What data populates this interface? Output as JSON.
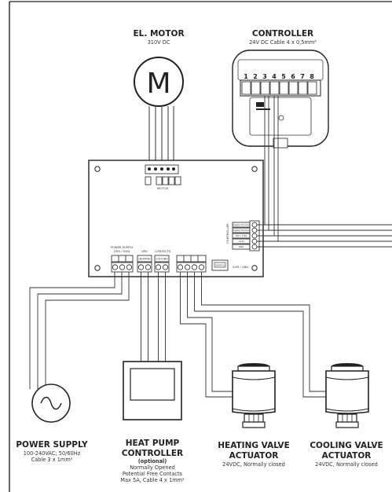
{
  "motor": {
    "title": "EL. MOTOR",
    "spec": "310V DC",
    "symbol": "M",
    "board_label": "MOTOR"
  },
  "controller": {
    "title": "CONTROLLER",
    "spec": "24V DC   Cable 4 x 0,5mm²",
    "terminals": [
      "1",
      "2",
      "3",
      "4",
      "5",
      "6",
      "7",
      "8"
    ]
  },
  "board": {
    "power_supply_label": "POWER SUPPLY",
    "power_supply_sub": "230V / 50Hz",
    "drv_label": "DRV",
    "contacts_label": "CONTACTS",
    "heat_cool_labels": [
      "HEATING",
      "COOLING"
    ],
    "controller_side_label": "CONTROLLER",
    "side_terminal_labels": [
      "Digital Thermo",
      "Digital Thermo",
      "24V / 0.5A",
      "+24V",
      "GND"
    ],
    "switch_label": "SWITCH",
    "com_gnd_label": "COM / GND"
  },
  "power_supply": {
    "title": "POWER SUPPLY",
    "lines": [
      "100-240VAC; 50/60Hz",
      "Cable 3 x 1mm²"
    ]
  },
  "heat_pump": {
    "title_line1": "HEAT PUMP",
    "title_line2": "CONTROLLER",
    "optional": "(optional)",
    "lines": [
      "Normally Opened",
      "Potential Free Contacts",
      "Max 5A,  Cable 4 x 1mm²"
    ]
  },
  "heating_valve": {
    "title_line1": "HEATING VALVE",
    "title_line2": "ACTUATOR",
    "spec": "24VDC, Normally closed"
  },
  "cooling_valve": {
    "title_line1": "COOLING VALVE",
    "title_line2": "ACTUATOR",
    "spec": "24VDC, Normally closed"
  },
  "colors": {
    "line": "#333333",
    "frame": "#222222",
    "fill_dark": "#2b2b2b",
    "fill_light": "#ffffff"
  }
}
